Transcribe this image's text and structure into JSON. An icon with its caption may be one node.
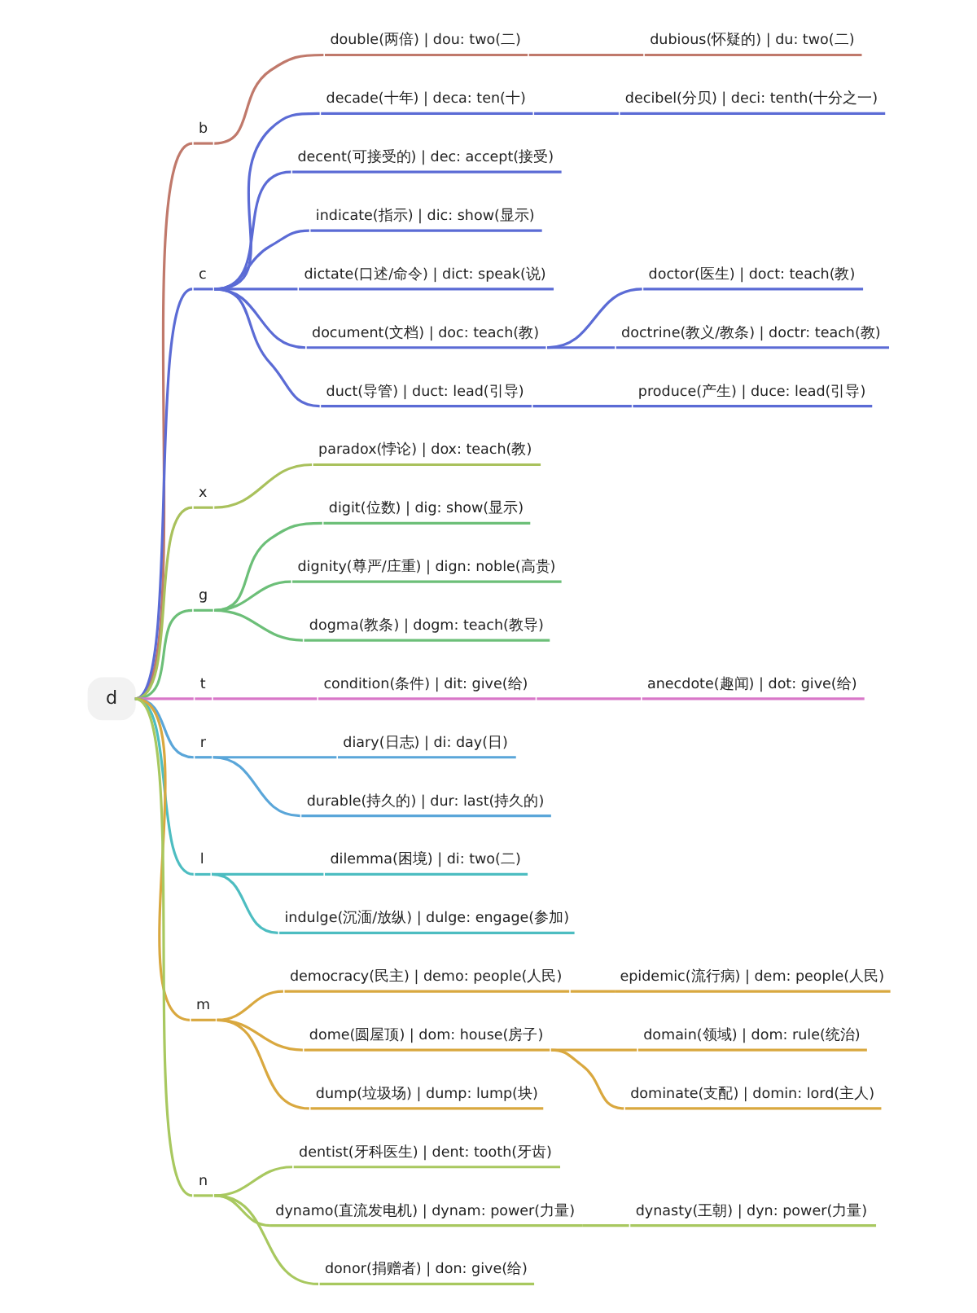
{
  "diagram": {
    "nodes": [
      {
        "text": [
          "d"
        ]
      },
      {
        "text": [
          "b"
        ]
      },
      {
        "text": [
          "double(两倍) | dou: two(二)"
        ]
      },
      {
        "text": [
          "dubious(怀疑的) | du: two(二)"
        ]
      },
      {
        "text": [
          "c"
        ]
      },
      {
        "text": [
          "decade(十年) | deca: ten(十)"
        ]
      },
      {
        "text": [
          "decibel(分贝) | deci: tenth(十分之一)"
        ]
      },
      {
        "text": [
          "decent(可接受的) | dec: accept(接受)"
        ]
      },
      {
        "text": [
          "indicate(指示) | dic: show(显示)"
        ]
      },
      {
        "text": [
          "dictate(口述/命令) | dict: speak(说)"
        ]
      },
      {
        "text": [
          "document(文档) | doc: teach(教)"
        ]
      },
      {
        "text": [
          "doctor(医生) | doct: teach(教)"
        ]
      },
      {
        "text": [
          "doctrine(教义/教条) | doctr: teach(教)"
        ]
      },
      {
        "text": [
          "duct(导管) | duct: lead(引导)"
        ]
      },
      {
        "text": [
          "produce(产生) | duce: lead(引导)"
        ]
      },
      {
        "text": [
          "x"
        ]
      },
      {
        "text": [
          "paradox(悖论) | dox: teach(教)"
        ]
      },
      {
        "text": [
          "g"
        ]
      },
      {
        "text": [
          "digit(位数) | dig: show(显示)"
        ]
      },
      {
        "text": [
          "dignity(尊严/庄重) | dign: noble(高贵)"
        ]
      },
      {
        "text": [
          "dogma(教条) | dogm: teach(教导)"
        ]
      },
      {
        "text": [
          "t"
        ]
      },
      {
        "text": [
          "condition(条件) | dit: give(给)"
        ]
      },
      {
        "text": [
          "anecdote(趣闻) | dot: give(给)"
        ]
      },
      {
        "text": [
          "r"
        ]
      },
      {
        "text": [
          "diary(日志) | di: day(日)"
        ]
      },
      {
        "text": [
          "durable(持久的) | dur: last(持久的)"
        ]
      },
      {
        "text": [
          "l"
        ]
      },
      {
        "text": [
          "dilemma(困境) | di: two(二)"
        ]
      },
      {
        "text": [
          "indulge(沉湎/放纵) | dulge: engage(参加)"
        ]
      },
      {
        "text": [
          "m"
        ]
      },
      {
        "text": [
          "democracy(民主) | demo: people(人民)"
        ]
      },
      {
        "text": [
          "epidemic(流行病) | dem: people(人民)"
        ]
      },
      {
        "text": [
          "dome(圆屋顶) | dom: house(房子)"
        ]
      },
      {
        "text": [
          "domain(领域) | dom: rule(统治)"
        ]
      },
      {
        "text": [
          "dominate(支配) | domin: lord(主人)"
        ]
      },
      {
        "text": [
          "dump(垃圾场) | dump: lump(块)"
        ]
      },
      {
        "text": [
          "n"
        ]
      },
      {
        "text": [
          "dentist(牙科医生) | dent: tooth(牙齿)"
        ]
      },
      {
        "text": [
          "dynamo(直流发电机) | dynam: power(力量)"
        ]
      },
      {
        "text": [
          "dynasty(王朝) | dyn: power(力量)"
        ]
      },
      {
        "text": [
          "donor(捐赠者) | don: give(给)"
        ]
      }
    ],
    "edges": [
      {
        "from": 0,
        "to": 1,
        "arrow": "none",
        "color": "#c0796b"
      },
      {
        "from": 1,
        "to": 2,
        "arrow": "none",
        "color": "#c0796b"
      },
      {
        "from": 2,
        "to": 3,
        "arrow": "none",
        "color": "#c0796b"
      },
      {
        "from": 0,
        "to": 4,
        "arrow": "none",
        "color": "#5b6bd5"
      },
      {
        "from": 4,
        "to": 5,
        "arrow": "none",
        "color": "#5b6bd5"
      },
      {
        "from": 5,
        "to": 6,
        "arrow": "none",
        "color": "#5b6bd5"
      },
      {
        "from": 4,
        "to": 7,
        "arrow": "none",
        "color": "#5b6bd5"
      },
      {
        "from": 4,
        "to": 8,
        "arrow": "none",
        "color": "#5b6bd5"
      },
      {
        "from": 4,
        "to": 9,
        "arrow": "none",
        "color": "#5b6bd5"
      },
      {
        "from": 4,
        "to": 10,
        "arrow": "none",
        "color": "#5b6bd5"
      },
      {
        "from": 10,
        "to": 11,
        "arrow": "none",
        "color": "#5b6bd5"
      },
      {
        "from": 10,
        "to": 12,
        "arrow": "none",
        "color": "#5b6bd5"
      },
      {
        "from": 4,
        "to": 13,
        "arrow": "none",
        "color": "#5b6bd5"
      },
      {
        "from": 13,
        "to": 14,
        "arrow": "none",
        "color": "#5b6bd5"
      },
      {
        "from": 0,
        "to": 15,
        "arrow": "none",
        "color": "#a9c15c"
      },
      {
        "from": 15,
        "to": 16,
        "arrow": "none",
        "color": "#a9c15c"
      },
      {
        "from": 0,
        "to": 17,
        "arrow": "none",
        "color": "#6cbf78"
      },
      {
        "from": 17,
        "to": 18,
        "arrow": "none",
        "color": "#6cbf78"
      },
      {
        "from": 17,
        "to": 19,
        "arrow": "none",
        "color": "#6cbf78"
      },
      {
        "from": 17,
        "to": 20,
        "arrow": "none",
        "color": "#6cbf78"
      },
      {
        "from": 0,
        "to": 21,
        "arrow": "none",
        "color": "#d877c8"
      },
      {
        "from": 21,
        "to": 22,
        "arrow": "none",
        "color": "#d877c8"
      },
      {
        "from": 22,
        "to": 23,
        "arrow": "none",
        "color": "#d877c8"
      },
      {
        "from": 0,
        "to": 24,
        "arrow": "none",
        "color": "#5aa6d9"
      },
      {
        "from": 24,
        "to": 25,
        "arrow": "none",
        "color": "#5aa6d9"
      },
      {
        "from": 24,
        "to": 26,
        "arrow": "none",
        "color": "#5aa6d9"
      },
      {
        "from": 0,
        "to": 27,
        "arrow": "none",
        "color": "#4dbdc1"
      },
      {
        "from": 27,
        "to": 28,
        "arrow": "none",
        "color": "#4dbdc1"
      },
      {
        "from": 27,
        "to": 29,
        "arrow": "none",
        "color": "#4dbdc1"
      },
      {
        "from": 0,
        "to": 30,
        "arrow": "none",
        "color": "#d9a83f"
      },
      {
        "from": 30,
        "to": 31,
        "arrow": "none",
        "color": "#d9a83f"
      },
      {
        "from": 31,
        "to": 32,
        "arrow": "none",
        "color": "#d9a83f"
      },
      {
        "from": 30,
        "to": 33,
        "arrow": "none",
        "color": "#d9a83f"
      },
      {
        "from": 33,
        "to": 34,
        "arrow": "none",
        "color": "#d9a83f"
      },
      {
        "from": 33,
        "to": 35,
        "arrow": "none",
        "color": "#d9a83f"
      },
      {
        "from": 30,
        "to": 36,
        "arrow": "none",
        "color": "#d9a83f"
      },
      {
        "from": 0,
        "to": 37,
        "arrow": "none",
        "color": "#a8c85f"
      },
      {
        "from": 37,
        "to": 38,
        "arrow": "none",
        "color": "#a8c85f"
      },
      {
        "from": 37,
        "to": 39,
        "arrow": "none",
        "color": "#a8c85f"
      },
      {
        "from": 39,
        "to": 40,
        "arrow": "none",
        "color": "#a8c85f"
      },
      {
        "from": 37,
        "to": 41,
        "arrow": "none",
        "color": "#a8c85f"
      }
    ]
  }
}
